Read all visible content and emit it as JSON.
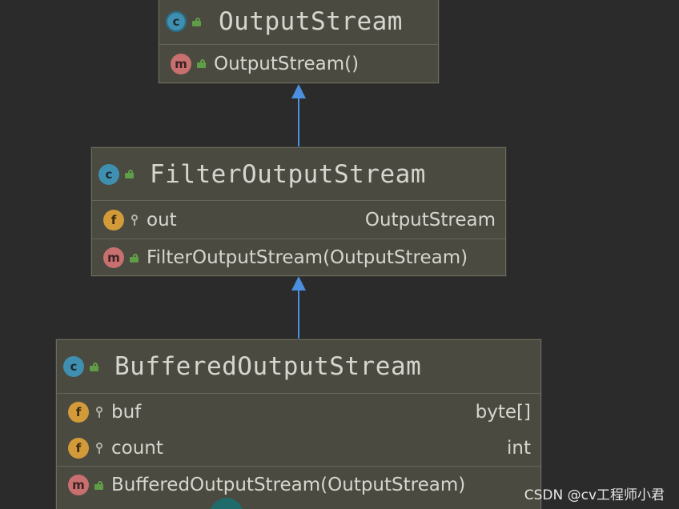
{
  "diagram": {
    "classes": [
      {
        "id": "output-stream",
        "name": "OutputStream",
        "kind_icon": "abstract-class-icon",
        "badge": "c",
        "fields": [],
        "methods": [
          {
            "badge": "m",
            "icon": "method-icon",
            "visibility_icon": "public-lock-icon",
            "name": "OutputStream()"
          }
        ]
      },
      {
        "id": "filter-output-stream",
        "name": "FilterOutputStream",
        "kind_icon": "class-icon",
        "badge": "c",
        "fields": [
          {
            "badge": "f",
            "icon": "field-icon",
            "visibility_icon": "protected-key-icon",
            "name": "out",
            "type": "OutputStream"
          }
        ],
        "methods": [
          {
            "badge": "m",
            "icon": "method-icon",
            "visibility_icon": "public-lock-icon",
            "name": "FilterOutputStream(OutputStream)"
          }
        ]
      },
      {
        "id": "buffered-output-stream",
        "name": "BufferedOutputStream",
        "kind_icon": "class-icon",
        "badge": "c",
        "fields": [
          {
            "badge": "f",
            "icon": "field-icon",
            "visibility_icon": "protected-key-icon",
            "name": "buf",
            "type": "byte[]"
          },
          {
            "badge": "f",
            "icon": "field-icon",
            "visibility_icon": "protected-key-icon",
            "name": "count",
            "type": "int"
          }
        ],
        "methods": [
          {
            "badge": "m",
            "icon": "method-icon",
            "visibility_icon": "public-lock-icon",
            "name": "BufferedOutputStream(OutputStream)"
          }
        ]
      }
    ],
    "edges": [
      {
        "from": "filter-output-stream",
        "to": "output-stream",
        "kind": "extends"
      },
      {
        "from": "buffered-output-stream",
        "to": "filter-output-stream",
        "kind": "extends"
      }
    ],
    "colors": {
      "background": "#2b2b2b",
      "box_fill": "#4a4a40",
      "arrow": "#4a8fe0",
      "text": "#d6d6d0",
      "class_badge": "#3f90b0",
      "method_badge": "#c86f6f",
      "field_badge": "#d39a3a",
      "lock": "#5f9e46"
    }
  },
  "watermark": "CSDN @cv工程师小君"
}
